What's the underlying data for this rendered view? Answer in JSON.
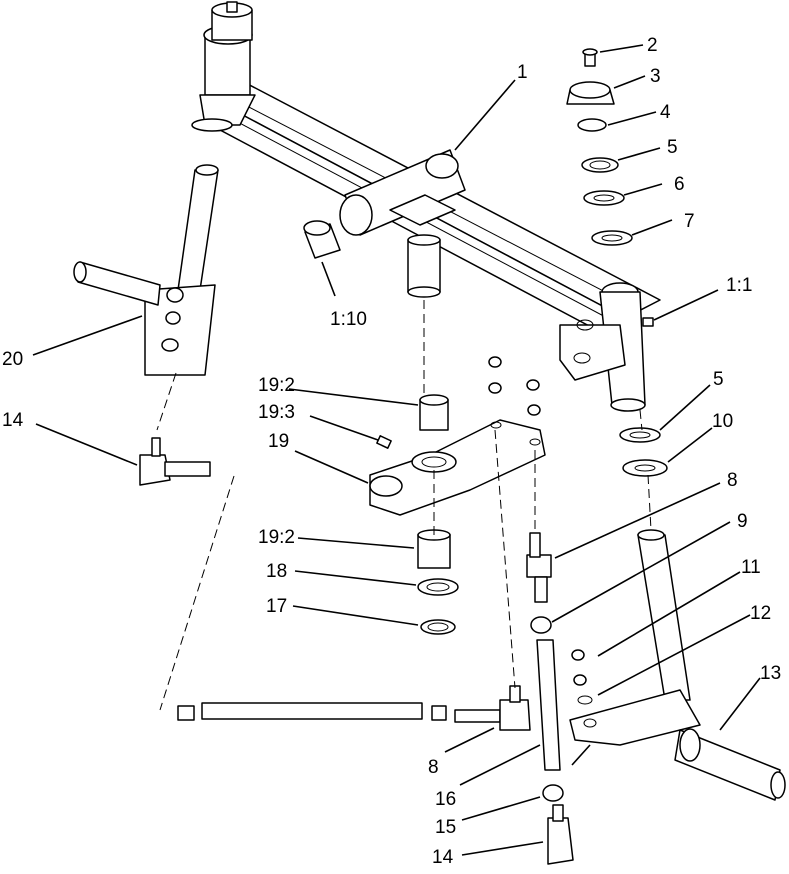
{
  "callouts": [
    {
      "id": "c2",
      "label": "2"
    },
    {
      "id": "c1",
      "label": "1"
    },
    {
      "id": "c3",
      "label": "3"
    },
    {
      "id": "c4",
      "label": "4"
    },
    {
      "id": "c5a",
      "label": "5"
    },
    {
      "id": "c6",
      "label": "6"
    },
    {
      "id": "c7",
      "label": "7"
    },
    {
      "id": "c1_1",
      "label": "1:1"
    },
    {
      "id": "c1_10",
      "label": "1:10"
    },
    {
      "id": "c20",
      "label": "20"
    },
    {
      "id": "c5b",
      "label": "5"
    },
    {
      "id": "c19_2a",
      "label": "19:2"
    },
    {
      "id": "c14a",
      "label": "14"
    },
    {
      "id": "c19_3",
      "label": "19:3"
    },
    {
      "id": "c10",
      "label": "10"
    },
    {
      "id": "c19",
      "label": "19"
    },
    {
      "id": "c8a",
      "label": "8"
    },
    {
      "id": "c9",
      "label": "9"
    },
    {
      "id": "c19_2b",
      "label": "19:2"
    },
    {
      "id": "c11",
      "label": "11"
    },
    {
      "id": "c18",
      "label": "18"
    },
    {
      "id": "c12",
      "label": "12"
    },
    {
      "id": "c17",
      "label": "17"
    },
    {
      "id": "c13",
      "label": "13"
    },
    {
      "id": "c8b",
      "label": "8"
    },
    {
      "id": "c16",
      "label": "16"
    },
    {
      "id": "c15",
      "label": "15"
    },
    {
      "id": "c14b",
      "label": "14"
    }
  ]
}
